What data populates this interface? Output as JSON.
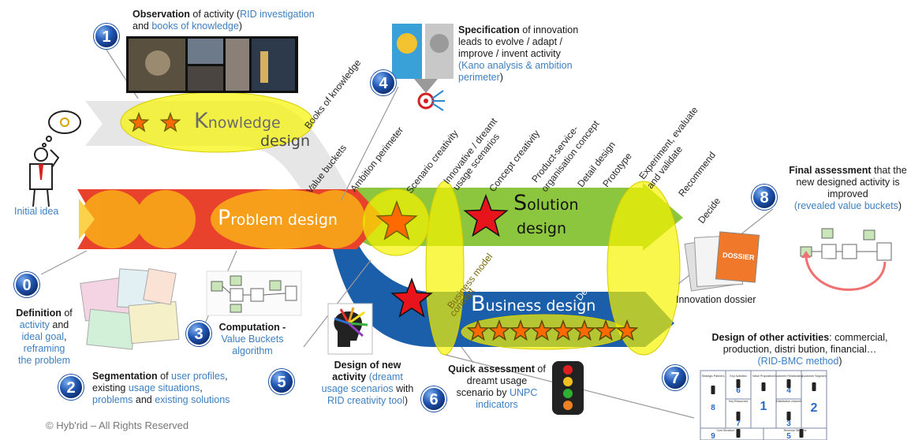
{
  "phases": {
    "knowledge": {
      "first": "K",
      "rest": "nowledge",
      "line2": "design"
    },
    "problem": {
      "first": "P",
      "rest": "roblem design"
    },
    "solution": {
      "first": "S",
      "rest": "olution",
      "line2": "design"
    },
    "business": {
      "first": "B",
      "rest": "usiness design"
    }
  },
  "rotated_labels": {
    "books": "Books of knowledge",
    "value_buckets": "Value buckets",
    "ambition": "Ambition perimeter",
    "scenario": "Scenario creativity",
    "innovative_1": "Innovative / dreamt",
    "innovative_2": "usage scenarios",
    "concept": "Concept creativity",
    "psoc_1": "Product-service-",
    "psoc_2": "organisation concept",
    "detail": "Detail design",
    "prototype": "Prototype",
    "experiment_1": "Experiment, evaluate",
    "experiment_2": "and validate",
    "recommend": "Recommend",
    "decide": "Decide",
    "business_model": "Business model",
    "concept_bm": "concept",
    "detail_bm": "Detail BM"
  },
  "step_numbers": [
    "0",
    "1",
    "2",
    "3",
    "4",
    "5",
    "6",
    "7",
    "8"
  ],
  "labels": {
    "initial_idea": "Initial idea",
    "innovation_dossier": "Innovation dossier",
    "copyright": "© Hyb'rid – All Rights Reserved",
    "dossier_cover": "DOSSIER",
    "s1": {
      "bold": "Observation",
      "t1": " of activity (",
      "b1": "RID investigation",
      "t2": "and ",
      "b2": "books of knowledge",
      "t3": ")"
    },
    "s4": {
      "bold": "Specification",
      "t1": " of innovation",
      "l2": "leads to evolve / adapt /",
      "l3": "improve / invent activity",
      "b1": "(Kano analysis & ambition",
      "b2": "perimeter",
      "t2": ")"
    },
    "s8": {
      "bold": "Final assessment",
      "t1": " that the",
      "l2": "new designed activity is",
      "l3": "improved",
      "b1": "(revealed value buckets",
      "t2": ")"
    },
    "s0": {
      "bold": "Definition",
      "t1": " of",
      "b1": "activity",
      "t2": " and",
      "b2": "ideal goal",
      "t3": ",",
      "b3": "reframing",
      "b4": "the problem"
    },
    "s3": {
      "bold": "Computation -",
      "b1": "Value Buckets",
      "b2": "algorithm"
    },
    "s5": {
      "l1": "Design of new",
      "l2": "activity",
      "b1": "(dreamt",
      "b2": "usage scenarios",
      "t1": " with",
      "b3": "RID creativity tool",
      "t2": ")"
    },
    "s2": {
      "bold": "Segmentation",
      "t1": " of ",
      "b1": "user profiles",
      "t2": ",",
      "l2a": "existing ",
      "b2": "usage situations",
      "t3": ",",
      "b3": "problems",
      "t4": " and ",
      "b4": "existing solutions"
    },
    "s6": {
      "bold": "Quick assessment",
      "t1": " of",
      "l2": "dreamt usage",
      "l3": "scenario by ",
      "b1": "UNPC",
      "b2": "indicators"
    },
    "s7": {
      "bold": "Design of other activities",
      "t1": ": commercial,",
      "l2": "production, distri bution, financial…",
      "b1": "(RID-BMC method",
      "t2": ")"
    }
  },
  "bmc": {
    "headers": [
      "Strategic Partners",
      "Key Activities",
      "Value Proposition",
      "Customer Relationship",
      "Customer Segment"
    ],
    "numbers": [
      "8",
      "6",
      "1",
      "4",
      "2",
      "7",
      "3",
      "9",
      "5"
    ],
    "sub_headers": [
      "Key Resources",
      "Distribution channel",
      "Cost Structure",
      "Revenue Streams"
    ]
  },
  "colors": {
    "problem": "#e8422c",
    "knowledge": "#e6e6e6",
    "solution": "#8cc63f",
    "business": "#1b5faa",
    "ellipse": "#f7f200",
    "star_red": "#e8141b",
    "badge": "#2a5fb8"
  }
}
